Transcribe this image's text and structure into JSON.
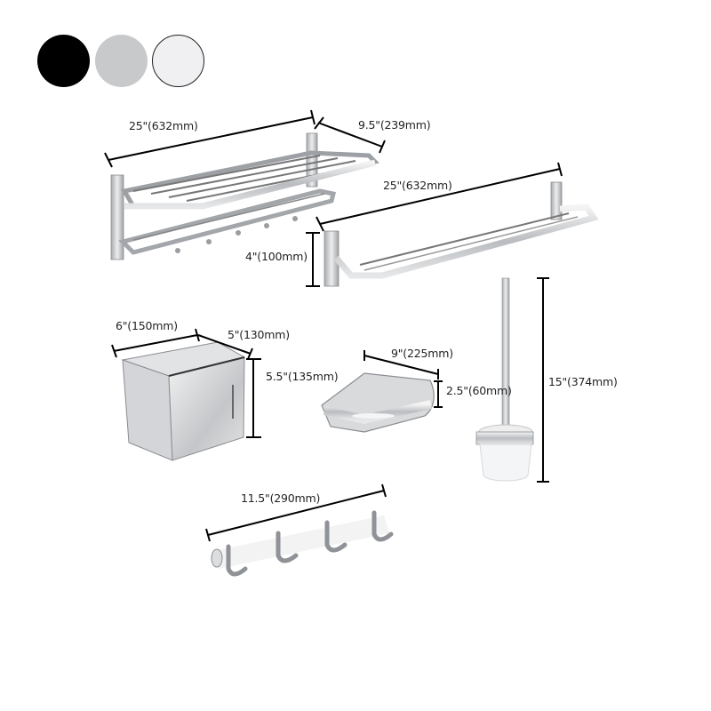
{
  "color_options": [
    {
      "name": "black",
      "hex": "#000000"
    },
    {
      "name": "silver",
      "hex": "#c8c9cb"
    },
    {
      "name": "white",
      "hex": "#f0f0f2"
    }
  ],
  "products": [
    {
      "name": "double-towel-shelf",
      "dimensions": {
        "width": "25\"(632mm)",
        "depth": "9.5\"(239mm)"
      }
    },
    {
      "name": "double-towel-bar",
      "dimensions": {
        "width": "25\"(632mm)",
        "height": "4\"(100mm)"
      }
    },
    {
      "name": "toilet-paper-holder",
      "dimensions": {
        "width": "6\"(150mm)",
        "depth": "5\"(130mm)",
        "height": "5.5\"(135mm)"
      }
    },
    {
      "name": "corner-shower-caddy",
      "dimensions": {
        "width": "9\"(225mm)",
        "height": "2.5\"(60mm)"
      }
    },
    {
      "name": "toilet-brush-holder",
      "dimensions": {
        "height": "15\"(374mm)"
      }
    },
    {
      "name": "robe-hook-rail",
      "dimensions": {
        "width": "11.5\"(290mm)"
      }
    }
  ]
}
